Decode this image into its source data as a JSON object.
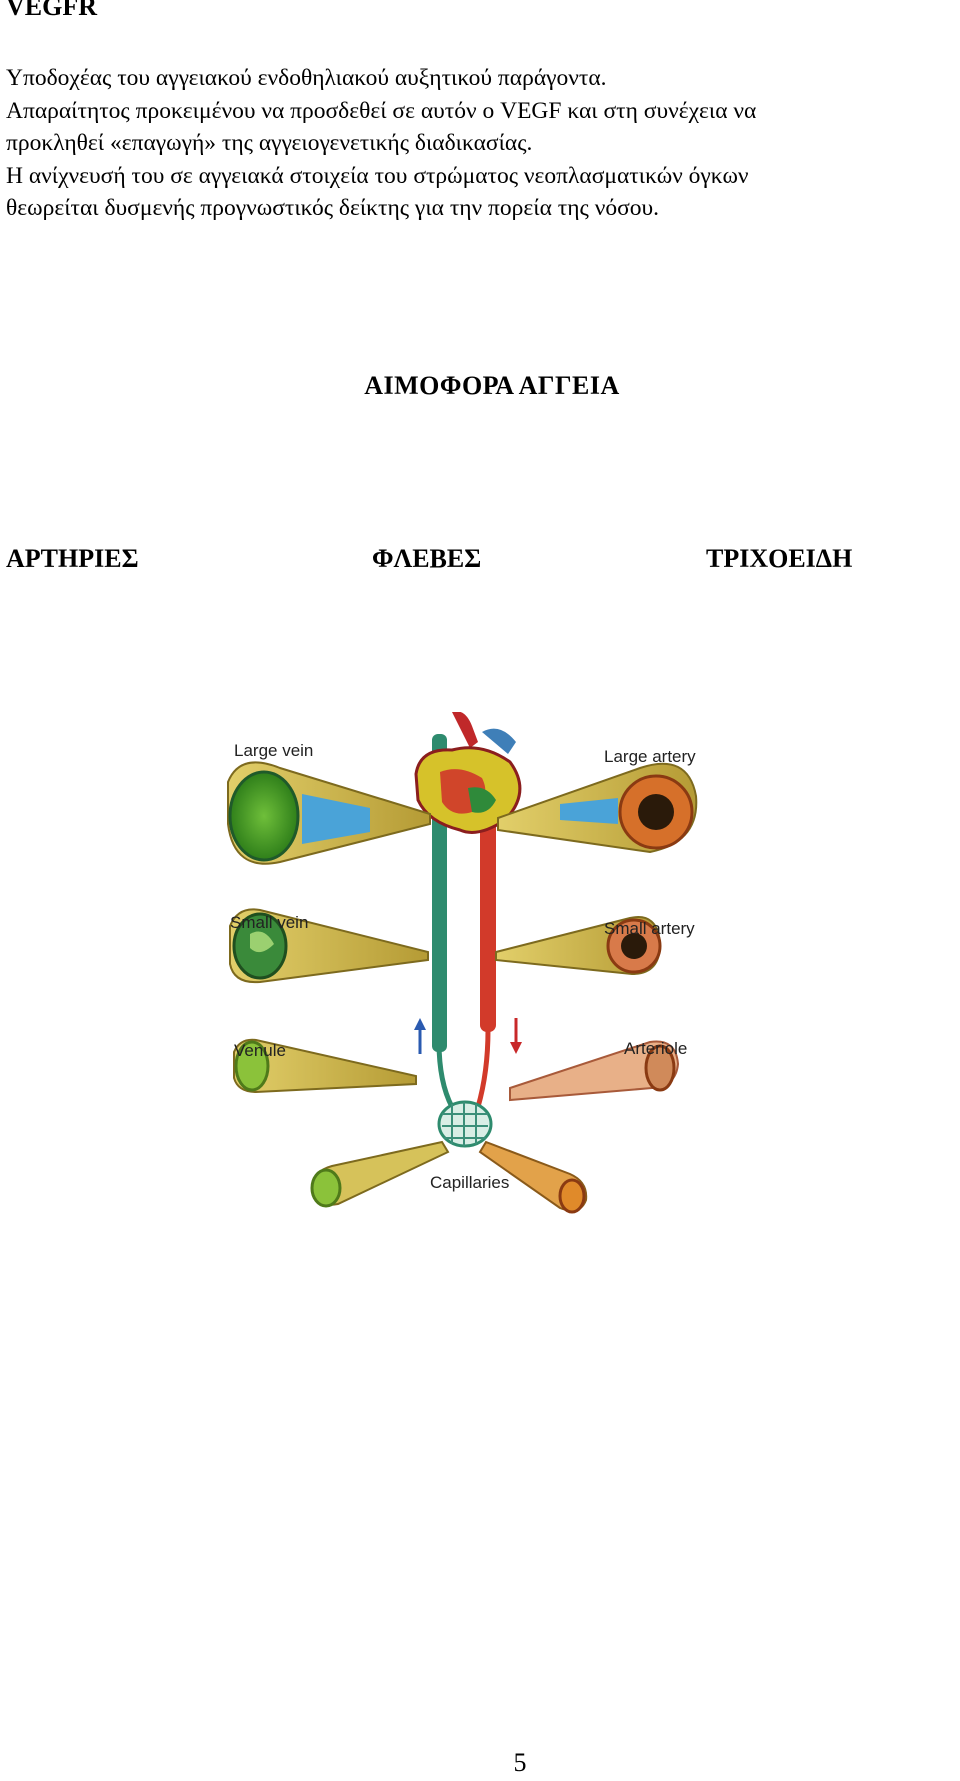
{
  "heading": "VEGFR",
  "paragraph_lines": [
    "Υποδοχέας του αγγειακού ενδοθηλιακού αυξητικού παράγοντα.",
    "Απαραίτητος προκειμένου να προσδεθεί σε αυτόν ο VEGF και στη συνέχεια να",
    "προκληθεί «επαγωγή» της αγγειογενετικής διαδικασίας.",
    "Η ανίχνευσή του σε αγγειακά στοιχεία του στρώματος νεοπλασματικών όγκων",
    "θεωρείται δυσμενής προγνωστικός δείκτης για την πορεία της νόσου."
  ],
  "section_title": "ΑΙΜΟΦΟΡΑ ΑΓΓΕΙΑ",
  "vessel_types": [
    "ΑΡΤΗΡΙΕΣ",
    "ΦΛΕΒΕΣ",
    "ΤΡΙΧΟΕΙΔΗ"
  ],
  "figure": {
    "labels": {
      "large_vein": "Large vein",
      "large_artery": "Large artery",
      "small_vein": "Small vein",
      "small_artery": "Small artery",
      "venule": "Venule",
      "arteriole": "Arteriole",
      "capillaries": "Capillaries"
    },
    "colors": {
      "vein": "#2e8b6e",
      "artery": "#d23a2a",
      "vessel_wall": "#c9b34a",
      "lumen_blue": "#4aa3d8"
    }
  },
  "page_number": "5"
}
